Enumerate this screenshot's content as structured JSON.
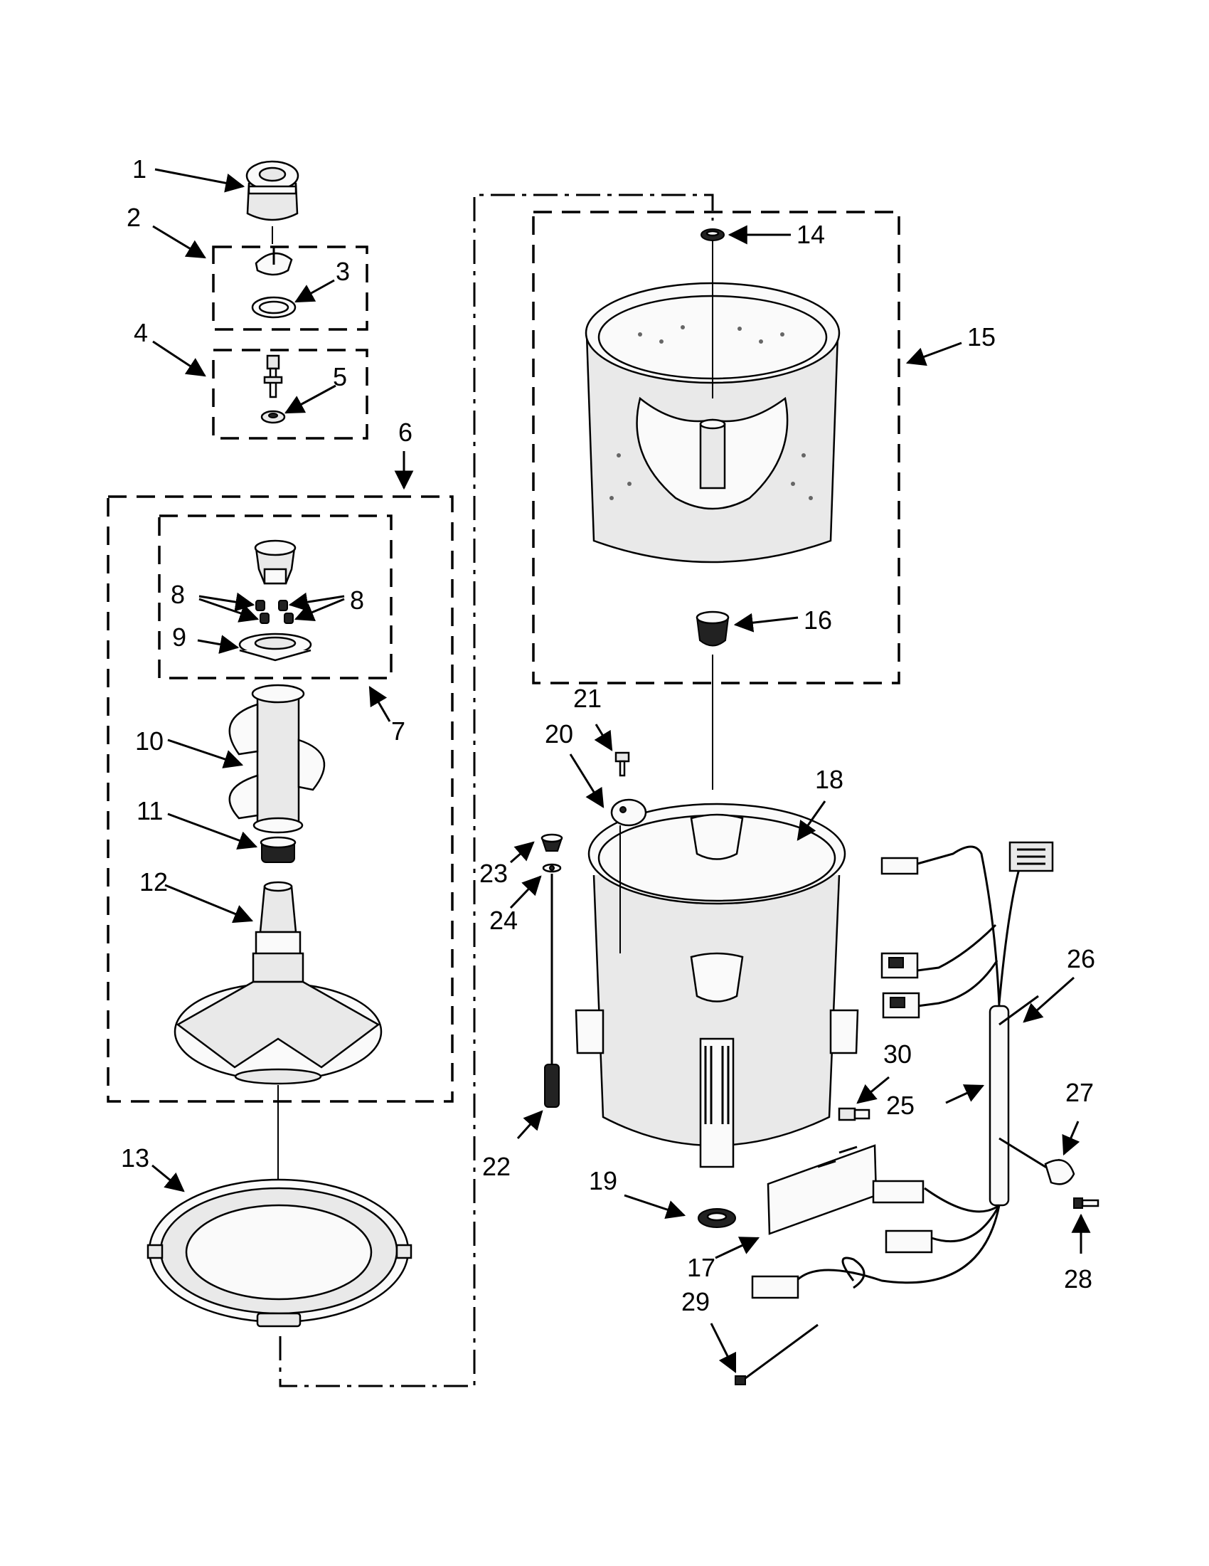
{
  "labels": {
    "p1": "1",
    "p2": "2",
    "p3": "3",
    "p4": "4",
    "p5": "5",
    "p6": "6",
    "p7": "7",
    "p8a": "8",
    "p8b": "8",
    "p9": "9",
    "p10": "10",
    "p11": "11",
    "p12": "12",
    "p13": "13",
    "p14": "14",
    "p15": "15",
    "p16": "16",
    "p17": "17",
    "p18": "18",
    "p19": "19",
    "p20": "20",
    "p21": "21",
    "p22": "22",
    "p23": "23",
    "p24": "24",
    "p25": "25",
    "p26": "26",
    "p27": "27",
    "p28": "28",
    "p29": "29",
    "p30": "30"
  }
}
